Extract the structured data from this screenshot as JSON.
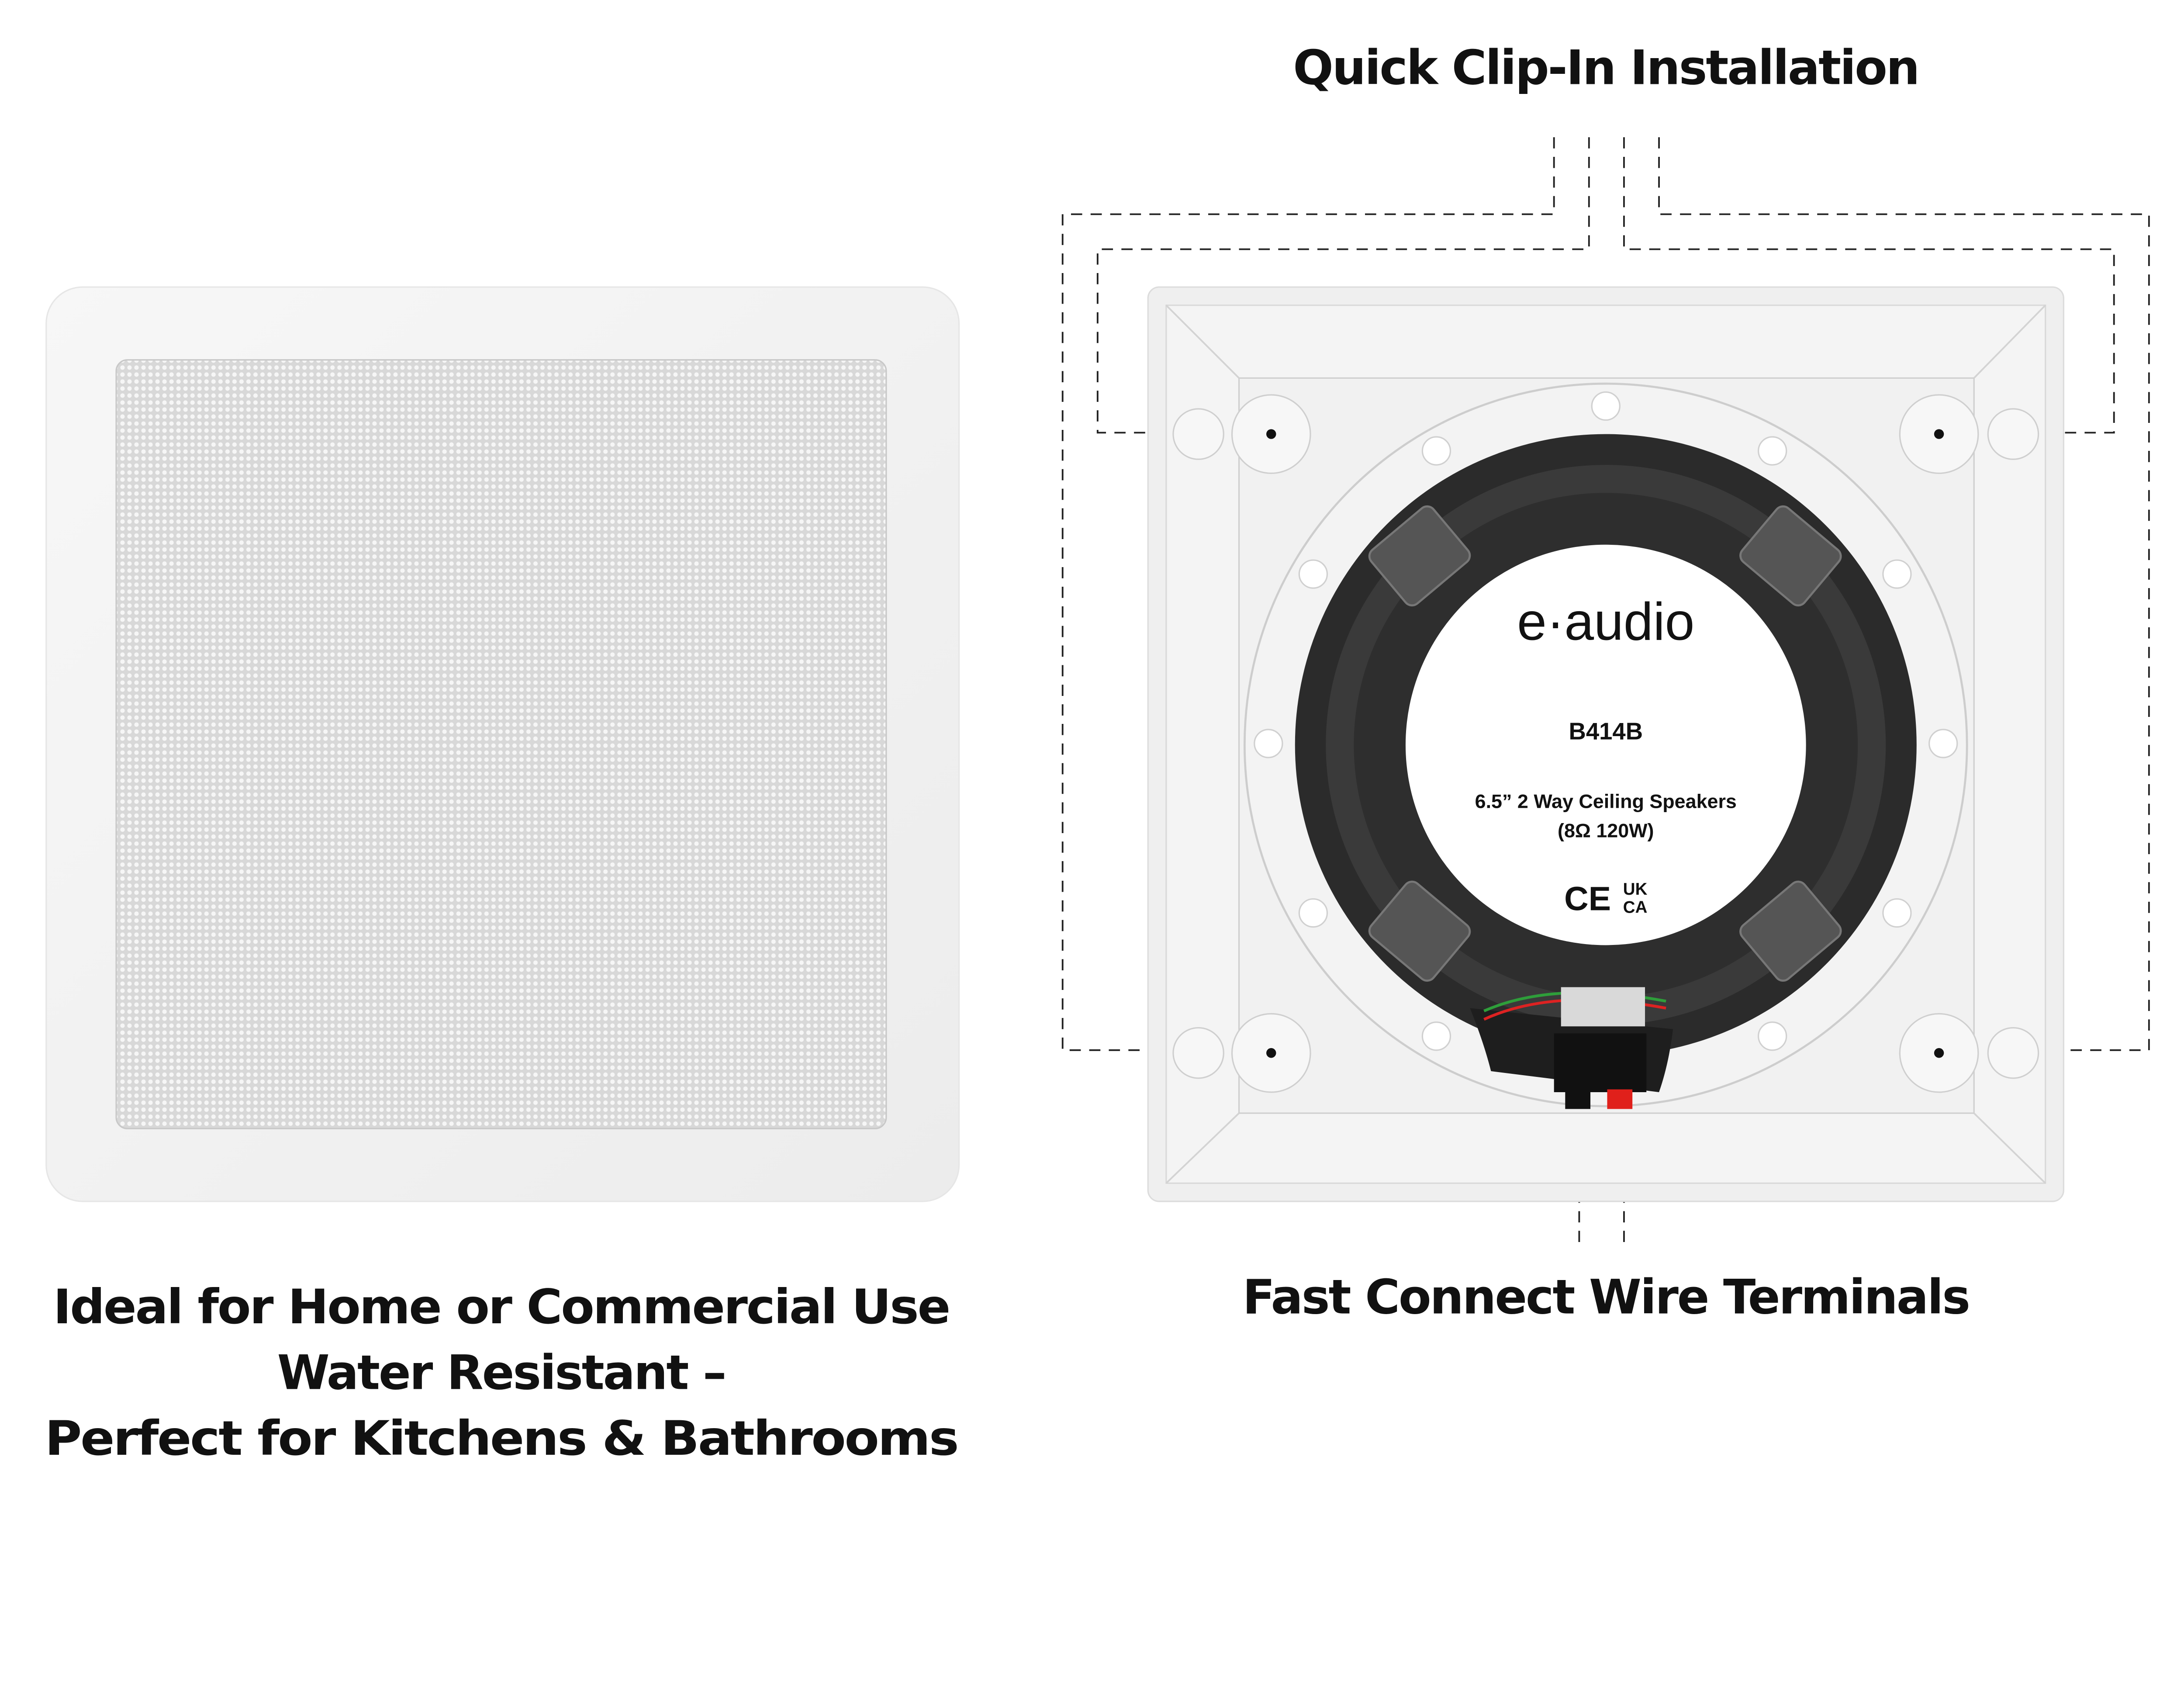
{
  "left_panel": {
    "caption_lines": [
      "Ideal for Home or Commercial Use",
      "Water Resistant –",
      "Perfect for Kitchens & Bathrooms"
    ]
  },
  "right_panel": {
    "top_callout": "Quick Clip-In Installation",
    "bottom_callout": "Fast Connect Wire Terminals",
    "label": {
      "brand": "e·audio",
      "model": "B414B",
      "description": "6.5” 2 Way Ceiling Speakers",
      "spec": "(8Ω 120W)",
      "marks": [
        "CE",
        "UK",
        "CA"
      ]
    }
  },
  "colors": {
    "speaker_black": "#2b2b2b",
    "frame_white": "#f2f2f2",
    "terminal_red": "#e0201b",
    "text": "#111111"
  }
}
